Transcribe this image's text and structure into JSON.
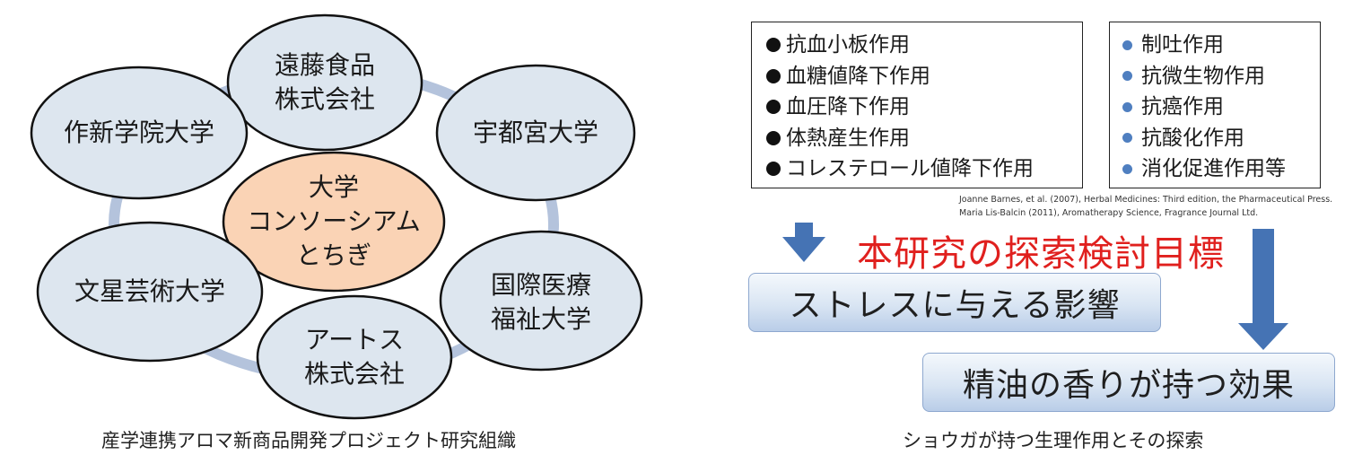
{
  "left": {
    "nodes": [
      {
        "id": "endo",
        "lines": [
          "遠藤食品",
          "株式会社"
        ]
      },
      {
        "id": "sakushin",
        "lines": [
          "作新学院大学"
        ]
      },
      {
        "id": "utsunomiya",
        "lines": [
          "宇都宮大学"
        ]
      },
      {
        "id": "center",
        "lines": [
          "大学",
          "コンソーシアム",
          "とちぎ"
        ]
      },
      {
        "id": "bunsei",
        "lines": [
          "文星芸術大学"
        ]
      },
      {
        "id": "kokusai",
        "lines": [
          "国際医療",
          "福祉大学"
        ]
      },
      {
        "id": "arts",
        "lines": [
          "アートス",
          "株式会社"
        ]
      }
    ],
    "caption": "産学連携アロマ新商品開発プロジェクト研究組織"
  },
  "right": {
    "list1": [
      "抗血小板作用",
      "血糖値降下作用",
      "血圧降下作用",
      "体熱産生作用",
      "コレステロール値降下作用"
    ],
    "list2": [
      "制吐作用",
      "抗微生物作用",
      "抗癌作用",
      "抗酸化作用",
      "消化促進作用等"
    ],
    "references": [
      "Joanne Barnes, et al. (2007), Herbal Medicines: Third edition, the Pharmaceutical Press.",
      "Maria Lis-Balcin (2011), Aromatherapy Science, Fragrance Journal Ltd."
    ],
    "goal": "本研究の探索検討目標",
    "box1": "ストレスに与える影響",
    "box2": "精油の香りが持つ効果",
    "caption": "ショウガが持つ生理作用とその探索"
  },
  "colors": {
    "node_fill": "#dde6ef",
    "center_fill": "#fad3b5",
    "ring": "#b4c3dc",
    "arrow": "#4573b4",
    "goal_text": "#e0201e",
    "bullet_blue": "#4f7fc0"
  }
}
